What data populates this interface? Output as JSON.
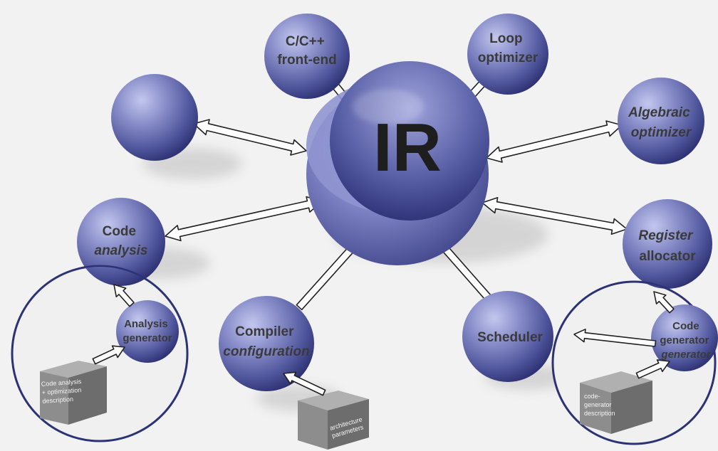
{
  "hub": {
    "label": "IR"
  },
  "nodes": {
    "front_end": [
      "C/C++",
      "front-end"
    ],
    "loop_optimizer": [
      "Loop",
      "optimizer"
    ],
    "algebraic_optimizer": [
      "Algebraic",
      "optimizer"
    ],
    "register_allocator": [
      "Register",
      "allocator"
    ],
    "scheduler": [
      "Scheduler"
    ],
    "compiler_configuration": [
      "Compiler",
      "configuration"
    ],
    "code_analysis": [
      "Code",
      "analysis"
    ],
    "analysis_generator": [
      "Analysis",
      "generator"
    ],
    "code_generator_generator": [
      "Code",
      "generator",
      "generator"
    ]
  },
  "boxes": {
    "code_analysis_description": [
      "Code analysis",
      "+ optimization",
      "description"
    ],
    "architecture_parameters": [
      "architecture",
      "parameters"
    ],
    "code_generator_description": [
      "code-",
      "generator",
      "description"
    ]
  },
  "colors": {
    "sphere_light": "#a9aee0",
    "sphere_mid": "#6b71b3",
    "sphere_dark": "#2f3378",
    "ring_stroke": "#2c3375",
    "box_face": "#8d8d8d",
    "arrow_fill": "#ffffff",
    "arrow_stroke": "#222222"
  }
}
